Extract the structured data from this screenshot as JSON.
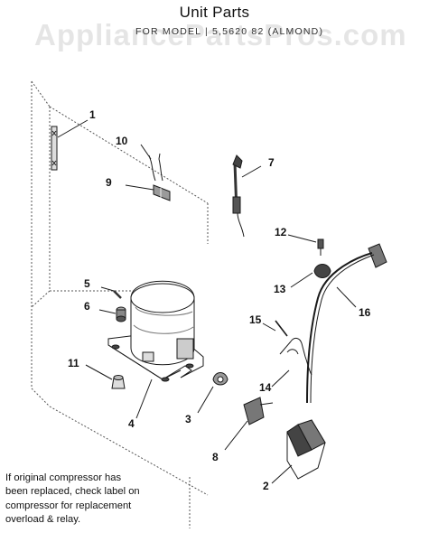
{
  "header": {
    "title": "Unit Parts",
    "subtitle": "FOR MODEL | 5,5620 82 (ALMOND)",
    "watermark": "AppliancePartsPros.com"
  },
  "callouts": [
    "1",
    "2",
    "3",
    "4",
    "5",
    "6",
    "7",
    "8",
    "9",
    "10",
    "11",
    "12",
    "13",
    "14",
    "15",
    "16"
  ],
  "note": {
    "lines": [
      "If original compressor has",
      "been replaced, check label on",
      "compressor for replacement",
      "overload & relay."
    ]
  },
  "colors": {
    "line": "#1a1a1a",
    "shade": "#5a5a5a",
    "watermark": "#e6e6e6"
  }
}
